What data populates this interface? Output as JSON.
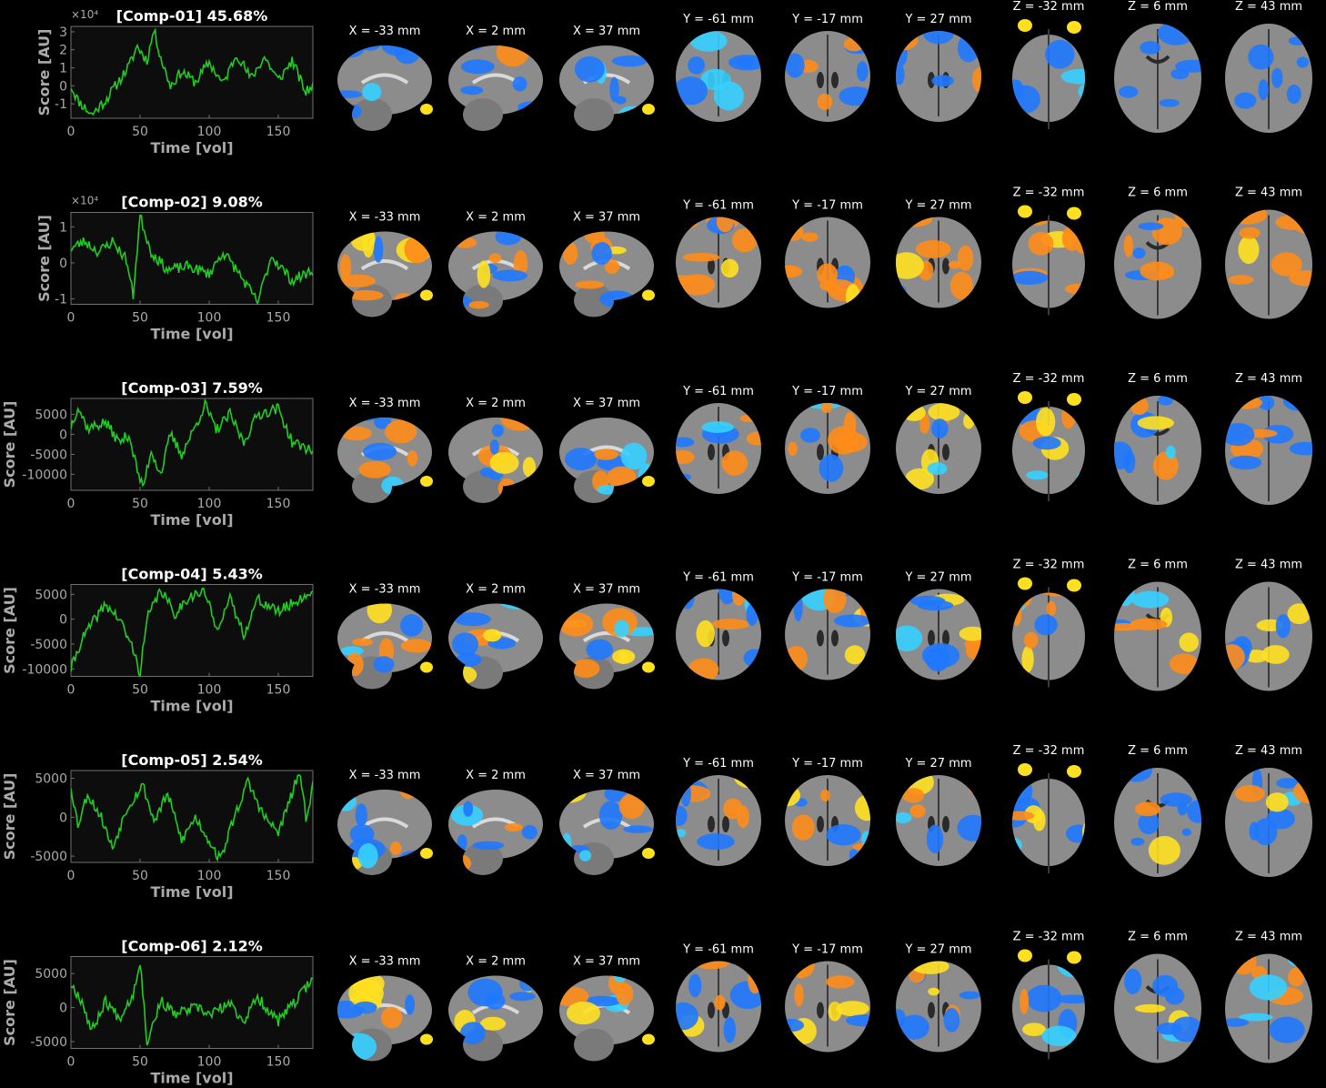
{
  "plot": {
    "xlabel": "Time [vol]",
    "ylabel": "Score [AU]",
    "x_range": [
      0,
      175
    ],
    "x_ticks": [
      0,
      50,
      100,
      150
    ],
    "line_color": "#22cc22",
    "axes_bg": "#0d0d0d",
    "axes_edge": "#707070",
    "label_color": "#aaaaaa"
  },
  "slice_headers": [
    "X = -33 mm",
    "X = 2 mm",
    "X = 37 mm",
    "Y = -61 mm",
    "Y = -17 mm",
    "Y = 27 mm",
    "Z = -32 mm",
    "Z = 6 mm",
    "Z = 43 mm"
  ],
  "colors": {
    "positive": "#ff8c1a",
    "positive_peak": "#ffe020",
    "negative": "#1f78ff",
    "negative_peak": "#35d0ff",
    "anatomy": "#8c8c8c"
  },
  "components": [
    {
      "title": "[Comp-01] 45.68%",
      "exponent": "×10⁴",
      "y_ticks": [
        "-1",
        "0",
        "1",
        "2",
        "3"
      ],
      "y_tick_values": [
        -1,
        0,
        1,
        2,
        3
      ],
      "ylim": [
        -1.8,
        3.3
      ],
      "seed": 11,
      "keypoints": [
        [
          0,
          0.0
        ],
        [
          5,
          -0.8
        ],
        [
          15,
          -1.6
        ],
        [
          25,
          -0.8
        ],
        [
          35,
          0.3
        ],
        [
          42,
          1.1
        ],
        [
          48,
          2.2
        ],
        [
          55,
          1.4
        ],
        [
          60,
          3.1
        ],
        [
          66,
          1.3
        ],
        [
          72,
          0.0
        ],
        [
          80,
          0.8
        ],
        [
          90,
          0.2
        ],
        [
          100,
          1.3
        ],
        [
          110,
          0.1
        ],
        [
          120,
          1.8
        ],
        [
          130,
          0.4
        ],
        [
          140,
          1.6
        ],
        [
          150,
          0.3
        ],
        [
          160,
          1.4
        ],
        [
          170,
          -0.4
        ],
        [
          175,
          0.1
        ]
      ]
    },
    {
      "title": "[Comp-02] 9.08%",
      "exponent": "×10⁴",
      "y_ticks": [
        "-1",
        "0",
        "1"
      ],
      "y_tick_values": [
        -1,
        0,
        1
      ],
      "ylim": [
        -1.15,
        1.4
      ],
      "seed": 23,
      "keypoints": [
        [
          0,
          0.4
        ],
        [
          10,
          0.6
        ],
        [
          20,
          0.3
        ],
        [
          30,
          0.6
        ],
        [
          40,
          0.1
        ],
        [
          45,
          -0.9
        ],
        [
          50,
          1.3
        ],
        [
          58,
          0.3
        ],
        [
          70,
          -0.2
        ],
        [
          85,
          -0.1
        ],
        [
          100,
          -0.3
        ],
        [
          110,
          0.3
        ],
        [
          120,
          -0.2
        ],
        [
          135,
          -1.1
        ],
        [
          145,
          0.2
        ],
        [
          160,
          -0.5
        ],
        [
          175,
          -0.2
        ]
      ]
    },
    {
      "title": "[Comp-03] 7.59%",
      "exponent": "",
      "y_ticks": [
        "5000",
        "0",
        "-5000",
        "-10000"
      ],
      "y_tick_values": [
        5000,
        0,
        -5000,
        -10000
      ],
      "ylim": [
        -14000,
        9000
      ],
      "seed": 37,
      "keypoints": [
        [
          0,
          2000
        ],
        [
          5,
          7000
        ],
        [
          12,
          1500
        ],
        [
          25,
          3000
        ],
        [
          35,
          -2000
        ],
        [
          42,
          0
        ],
        [
          48,
          -9000
        ],
        [
          52,
          -13500
        ],
        [
          58,
          -4000
        ],
        [
          65,
          -10000
        ],
        [
          72,
          0
        ],
        [
          80,
          -5000
        ],
        [
          90,
          2000
        ],
        [
          97,
          7500
        ],
        [
          105,
          1000
        ],
        [
          115,
          5000
        ],
        [
          125,
          -2000
        ],
        [
          135,
          5000
        ],
        [
          150,
          6500
        ],
        [
          160,
          -2000
        ],
        [
          175,
          -4000
        ]
      ]
    },
    {
      "title": "[Comp-04] 5.43%",
      "exponent": "",
      "y_ticks": [
        "5000",
        "0",
        "-5000",
        "-10000"
      ],
      "y_tick_values": [
        5000,
        0,
        -5000,
        -10000
      ],
      "ylim": [
        -11500,
        7000
      ],
      "seed": 41,
      "keypoints": [
        [
          0,
          -10000
        ],
        [
          8,
          -4000
        ],
        [
          15,
          -1000
        ],
        [
          25,
          3000
        ],
        [
          35,
          0
        ],
        [
          45,
          -6000
        ],
        [
          50,
          -11000
        ],
        [
          55,
          0
        ],
        [
          65,
          6000
        ],
        [
          75,
          1000
        ],
        [
          85,
          4500
        ],
        [
          97,
          5500
        ],
        [
          105,
          -2000
        ],
        [
          115,
          4000
        ],
        [
          125,
          -3000
        ],
        [
          135,
          4000
        ],
        [
          150,
          1500
        ],
        [
          165,
          4000
        ],
        [
          175,
          5500
        ]
      ]
    },
    {
      "title": "[Comp-05] 2.54%",
      "exponent": "",
      "y_ticks": [
        "5000",
        "0",
        "-5000"
      ],
      "y_tick_values": [
        5000,
        0,
        -5000
      ],
      "ylim": [
        -5800,
        6000
      ],
      "seed": 53,
      "keypoints": [
        [
          0,
          4000
        ],
        [
          5,
          -1000
        ],
        [
          12,
          3000
        ],
        [
          22,
          0
        ],
        [
          30,
          -4000
        ],
        [
          40,
          1000
        ],
        [
          52,
          4200
        ],
        [
          60,
          -500
        ],
        [
          70,
          3000
        ],
        [
          80,
          -3000
        ],
        [
          90,
          0
        ],
        [
          100,
          -3000
        ],
        [
          108,
          -5500
        ],
        [
          118,
          0
        ],
        [
          128,
          4500
        ],
        [
          140,
          0
        ],
        [
          150,
          -2000
        ],
        [
          160,
          3000
        ],
        [
          165,
          5800
        ],
        [
          170,
          0
        ],
        [
          175,
          4000
        ]
      ]
    },
    {
      "title": "[Comp-06] 2.12%",
      "exponent": "",
      "y_ticks": [
        "5000",
        "0",
        "-5000"
      ],
      "y_tick_values": [
        5000,
        0,
        -5000
      ],
      "ylim": [
        -6000,
        7500
      ],
      "seed": 67,
      "keypoints": [
        [
          0,
          3500
        ],
        [
          8,
          1000
        ],
        [
          15,
          -3500
        ],
        [
          25,
          1000
        ],
        [
          35,
          -1500
        ],
        [
          45,
          2000
        ],
        [
          50,
          7000
        ],
        [
          55,
          -5000
        ],
        [
          65,
          1000
        ],
        [
          75,
          -1000
        ],
        [
          90,
          0
        ],
        [
          100,
          -1000
        ],
        [
          115,
          500
        ],
        [
          125,
          -2000
        ],
        [
          135,
          1500
        ],
        [
          150,
          -2000
        ],
        [
          165,
          1500
        ],
        [
          175,
          4500
        ]
      ]
    }
  ]
}
